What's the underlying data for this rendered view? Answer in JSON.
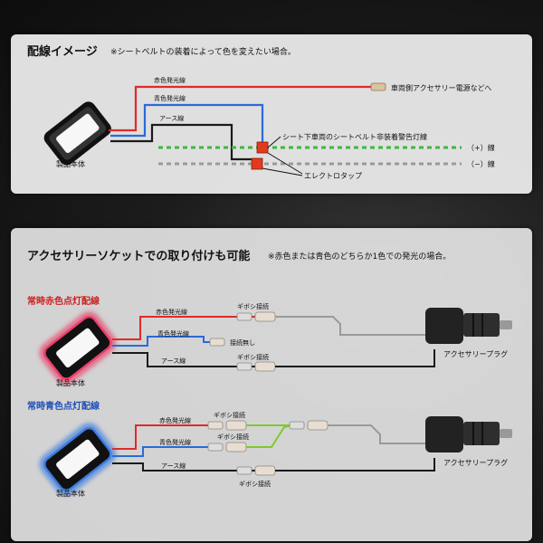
{
  "top": {
    "title": "配線イメージ",
    "note": "※シートベルトの装着によって色を変えたい場合。",
    "labels": {
      "red": "赤色発光線",
      "blue": "青色発光線",
      "earth": "アース線",
      "vehicle_acc": "車両側アクセサリー電源などへ",
      "seatbelt": "シート下車両のシートベルト非装着警告灯線",
      "plus": "（+）線",
      "minus": "（−）線",
      "tap": "エレクトロタップ",
      "body": "製品本体"
    }
  },
  "bottom": {
    "title": "アクセサリーソケットでの取り付けも可能",
    "note": "※赤色または青色のどちらか1色での発光の場合。",
    "red_section": {
      "heading": "常時赤色点灯配線",
      "red": "赤色発光線",
      "blue": "青色発光線",
      "earth": "アース線",
      "gibosi_top": "ギボシ接続",
      "no_connect": "接続無し",
      "gibosi_bottom": "ギボシ接続",
      "plug": "アクセサリープラグ",
      "body": "製品本体"
    },
    "blue_section": {
      "heading": "常時青色点灯配線",
      "red": "赤色発光線",
      "blue": "青色発光線",
      "earth": "アース線",
      "gibosi_1": "ギボシ接続",
      "gibosi_2": "ギボシ接続",
      "gibosi_3": "ギボシ接続",
      "plug": "アクセサリープラグ",
      "body": "製品本体"
    }
  },
  "colors": {
    "red_wire": "#e02a2a",
    "blue_wire": "#2a6ad8",
    "black_wire": "#1a1a1a",
    "green_wire": "#3cb83c",
    "gray_wire": "#9a9a9a",
    "red_glow": "#e8416a",
    "blue_glow": "#3d7de0",
    "red_heading": "#d21e1e",
    "blue_heading": "#1f4fb8"
  }
}
